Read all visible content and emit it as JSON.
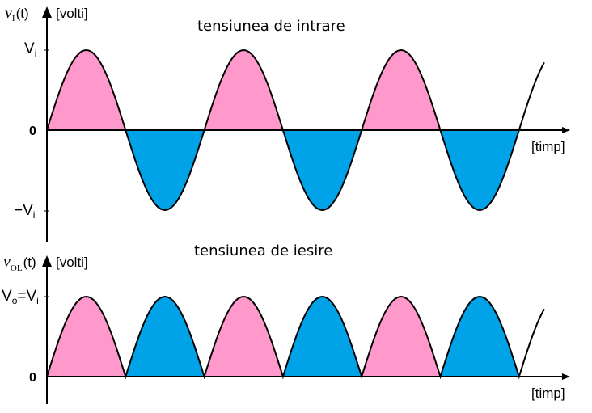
{
  "colors": {
    "positive": "#ff99cc",
    "negative": "#00a2e8",
    "axis": "#000000",
    "curve": "#000000"
  },
  "top": {
    "title": "tensiunea de intrare",
    "y_symbol": "v",
    "y_subscript": "I",
    "y_arg": "(t)",
    "y_unit": "[volti]",
    "x_unit": "[timp]",
    "tick_max_main": "V",
    "tick_max_sub": "i",
    "tick_zero": "0",
    "tick_min_main": "−V",
    "tick_min_sub": "i"
  },
  "bottom": {
    "title": "tensiunea de iesire",
    "y_symbol": "v",
    "y_subscript": "OL",
    "y_arg": "(t)",
    "y_unit": "[volti]",
    "x_unit": "[timp]",
    "tick_max_main": "V",
    "tick_max_sub": "o",
    "tick_max_eq": "=V",
    "tick_max_sub2": "i",
    "tick_zero": "0"
  },
  "waveform": {
    "full_half_cycles": 6,
    "input": [
      "positive",
      "negative",
      "positive",
      "negative",
      "positive",
      "negative"
    ],
    "output": [
      "positive",
      "negative",
      "positive",
      "negative",
      "positive",
      "negative"
    ]
  }
}
